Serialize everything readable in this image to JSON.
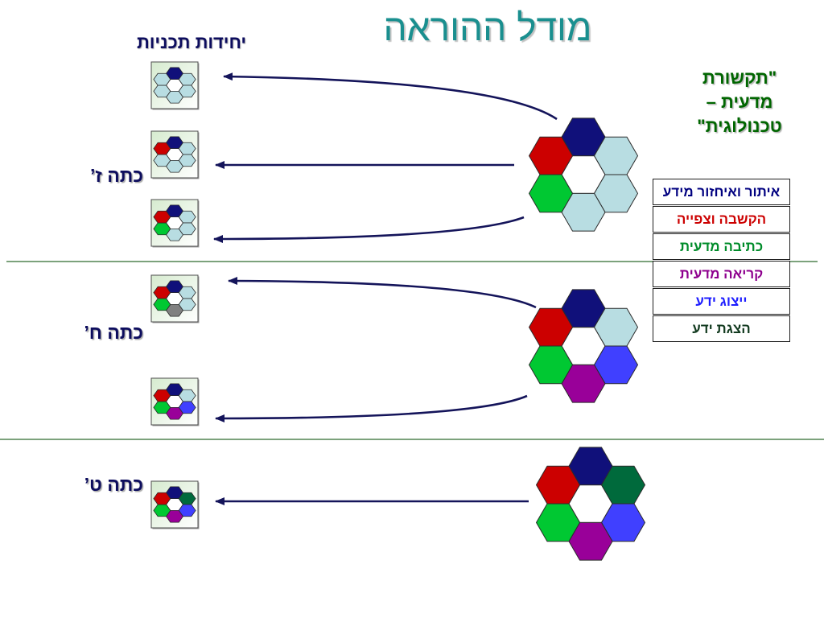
{
  "title": "מודל ההוראה",
  "units_label": "יחידות תכניות",
  "grades": [
    "כתה ז’",
    "כתה ח’",
    "כתה ט’"
  ],
  "callout_lines": [
    "\"תקשורת",
    "מדעית –",
    "טכנולוגית\""
  ],
  "skills": [
    {
      "label": "איתור ואיחזור מידע",
      "color": "#000080"
    },
    {
      "label": "הקשבה וצפייה",
      "color": "#cc0000"
    },
    {
      "label": "כתיבה מדעית",
      "color": "#008c2a"
    },
    {
      "label": "קריאה מדעית",
      "color": "#8e008e"
    },
    {
      "label": "ייצוג ידע",
      "color": "#1f1fff"
    },
    {
      "label": "הצגת ידע",
      "color": "#123a1f"
    }
  ],
  "theme": {
    "title_color": "#1a8f8f",
    "label_color": "#0d0d5e",
    "callout_color": "#006600",
    "arrow_color": "#14145a",
    "divider_color": "#2f6b2f"
  },
  "clusters": [
    {
      "center": "#ffffff",
      "top": "#10107a",
      "upper_right": "#b8dde2",
      "lower_right": "#b8dde2",
      "bottom": "#b8dde2",
      "lower_left": "#00c832",
      "upper_left": "#cc0000"
    },
    {
      "center": "#ffffff",
      "top": "#10107a",
      "upper_right": "#b8dde2",
      "lower_right": "#4040ff",
      "bottom": "#990099",
      "lower_left": "#00c832",
      "upper_left": "#cc0000"
    },
    {
      "center": "#ffffff",
      "top": "#10107a",
      "upper_right": "#006a3c",
      "lower_right": "#4040ff",
      "bottom": "#990099",
      "lower_left": "#00c832",
      "upper_left": "#cc0000"
    }
  ],
  "unit_boxes": [
    {
      "center": "#ffffff",
      "top": "#10107a",
      "upper_right": "#b8dde2",
      "lower_right": "#b8dde2",
      "bottom": "#b8dde2",
      "lower_left": "#b8dde2",
      "upper_left": "#b8dde2"
    },
    {
      "center": "#ffffff",
      "top": "#10107a",
      "upper_right": "#b8dde2",
      "lower_right": "#b8dde2",
      "bottom": "#b8dde2",
      "lower_left": "#b8dde2",
      "upper_left": "#cc0000"
    },
    {
      "center": "#ffffff",
      "top": "#10107a",
      "upper_right": "#b8dde2",
      "lower_right": "#b8dde2",
      "bottom": "#b8dde2",
      "lower_left": "#00c832",
      "upper_left": "#cc0000"
    },
    {
      "center": "#ffffff",
      "top": "#10107a",
      "upper_right": "#b8dde2",
      "lower_right": "#b8dde2",
      "bottom": "#808080",
      "lower_left": "#00c832",
      "upper_left": "#cc0000"
    },
    {
      "center": "#ffffff",
      "top": "#10107a",
      "upper_right": "#b8dde2",
      "lower_right": "#4040ff",
      "bottom": "#990099",
      "lower_left": "#00c832",
      "upper_left": "#cc0000"
    },
    {
      "center": "#ffffff",
      "top": "#10107a",
      "upper_right": "#006a3c",
      "lower_right": "#4040ff",
      "bottom": "#990099",
      "lower_left": "#00c832",
      "upper_left": "#cc0000"
    }
  ]
}
